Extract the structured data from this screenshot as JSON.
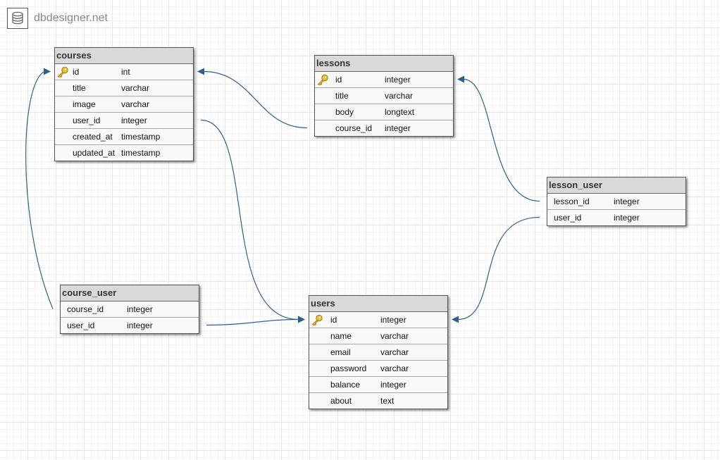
{
  "brand": {
    "name": "dbdesigner.net",
    "icon": "database-icon"
  },
  "colors": {
    "link": "#2f5f8f",
    "header": "#d9d9d9",
    "body": "#f8f8f8",
    "key": "#e0b830"
  },
  "tables": [
    {
      "id": "courses",
      "name": "courses",
      "columns": [
        {
          "name": "id",
          "type": "int",
          "primary_key": true
        },
        {
          "name": "title",
          "type": "varchar"
        },
        {
          "name": "image",
          "type": "varchar"
        },
        {
          "name": "user_id",
          "type": "integer"
        },
        {
          "name": "created_at",
          "type": "timestamp"
        },
        {
          "name": "updated_at",
          "type": "timestamp"
        }
      ]
    },
    {
      "id": "lessons",
      "name": "lessons",
      "columns": [
        {
          "name": "id",
          "type": "integer",
          "primary_key": true
        },
        {
          "name": "title",
          "type": "varchar"
        },
        {
          "name": "body",
          "type": "longtext"
        },
        {
          "name": "course_id",
          "type": "integer"
        }
      ]
    },
    {
      "id": "lesson_user",
      "name": "lesson_user",
      "columns": [
        {
          "name": "lesson_id",
          "type": "integer"
        },
        {
          "name": "user_id",
          "type": "integer"
        }
      ]
    },
    {
      "id": "course_user",
      "name": "course_user",
      "columns": [
        {
          "name": "course_id",
          "type": "integer"
        },
        {
          "name": "user_id",
          "type": "integer"
        }
      ]
    },
    {
      "id": "users",
      "name": "users",
      "columns": [
        {
          "name": "id",
          "type": "integer",
          "primary_key": true
        },
        {
          "name": "name",
          "type": "varchar"
        },
        {
          "name": "email",
          "type": "varchar"
        },
        {
          "name": "password",
          "type": "varchar"
        },
        {
          "name": "balance",
          "type": "integer"
        },
        {
          "name": "about",
          "type": "text"
        }
      ]
    }
  ],
  "relations": [
    {
      "from_table": "lessons",
      "from_column": "course_id",
      "to_table": "courses",
      "to_column": "id"
    },
    {
      "from_table": "courses",
      "from_column": "user_id",
      "to_table": "users",
      "to_column": "id"
    },
    {
      "from_table": "course_user",
      "from_column": "course_id",
      "to_table": "courses",
      "to_column": "id"
    },
    {
      "from_table": "course_user",
      "from_column": "user_id",
      "to_table": "users",
      "to_column": "id"
    },
    {
      "from_table": "lesson_user",
      "from_column": "lesson_id",
      "to_table": "lessons",
      "to_column": "id"
    },
    {
      "from_table": "lesson_user",
      "from_column": "user_id",
      "to_table": "users",
      "to_column": "id"
    }
  ]
}
